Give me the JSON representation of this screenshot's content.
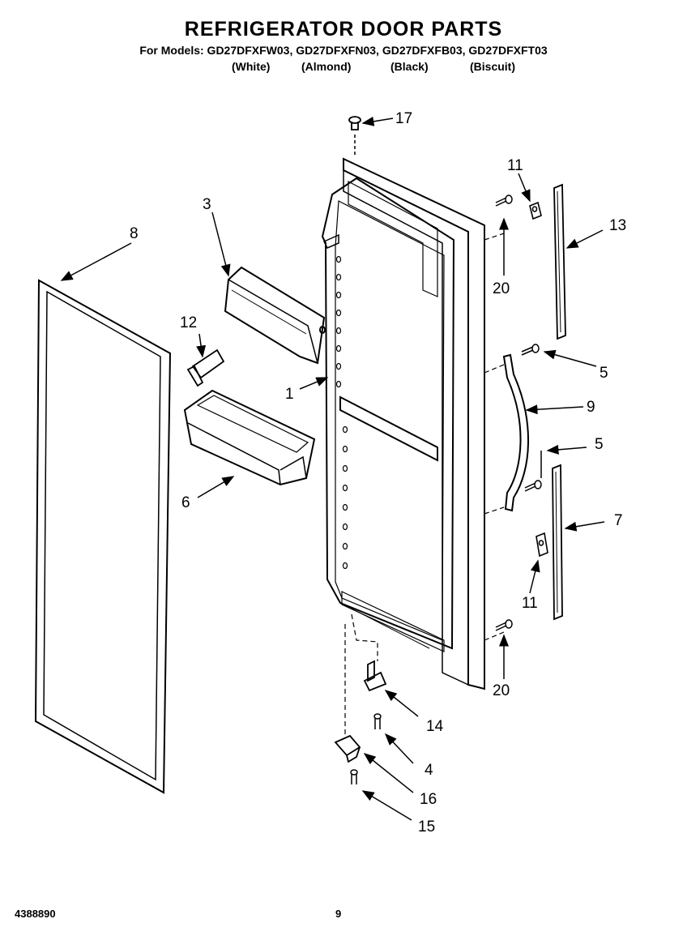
{
  "header": {
    "title": "REFRIGERATOR DOOR PARTS",
    "models_line": "For Models: GD27DFXFW03, GD27DFXFN03, GD27DFXFB03, GD27DFXFT03",
    "colors": [
      "(White)",
      "(Almond)",
      "(Black)",
      "(Biscuit)"
    ]
  },
  "callouts": {
    "c1": "1",
    "c3": "3",
    "c4": "4",
    "c5a": "5",
    "c5b": "5",
    "c6": "6",
    "c7": "7",
    "c8": "8",
    "c9": "9",
    "c11a": "11",
    "c11b": "11",
    "c12": "12",
    "c13": "13",
    "c14": "14",
    "c15": "15",
    "c16": "16",
    "c17": "17",
    "c20a": "20",
    "c20b": "20"
  },
  "footer": {
    "doc_number": "4388890",
    "page_number": "9"
  }
}
